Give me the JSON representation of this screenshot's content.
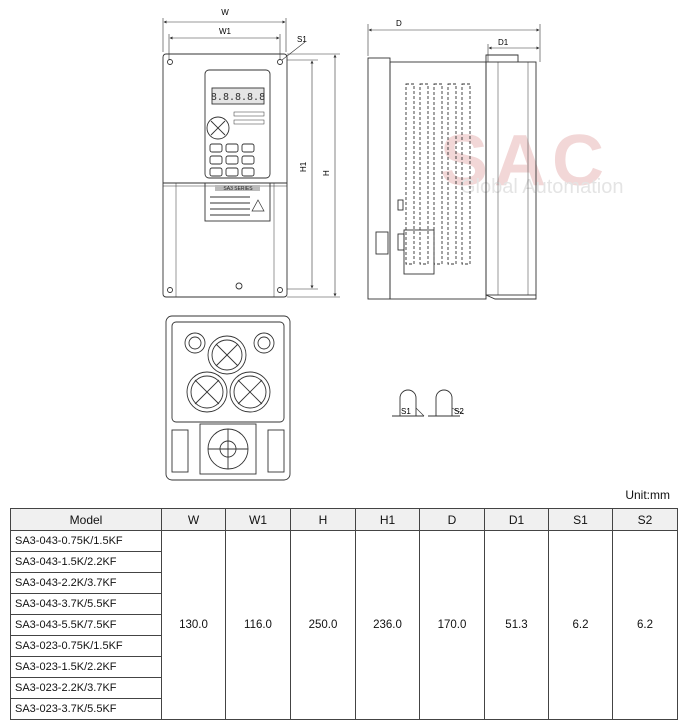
{
  "drawing": {
    "dim_labels": {
      "w": "W",
      "w1": "W1",
      "s1": "S1",
      "h": "H",
      "h1": "H1",
      "d": "D",
      "d1": "D1"
    },
    "series_plate": "SA3 SERIES",
    "detail_labels": {
      "s1": "S1",
      "s2": "S2"
    }
  },
  "watermark": {
    "logo": "SAC",
    "tagline": "Global Automation",
    "color": "#e8b8b8"
  },
  "unit_label": "Unit:mm",
  "table": {
    "headers": [
      "Model",
      "W",
      "W1",
      "H",
      "H1",
      "D",
      "D1",
      "S1",
      "S2"
    ],
    "models": [
      "SA3-043-0.75K/1.5KF",
      "SA3-043-1.5K/2.2KF",
      "SA3-043-2.2K/3.7KF",
      "SA3-043-3.7K/5.5KF",
      "SA3-043-5.5K/7.5KF",
      "SA3-023-0.75K/1.5KF",
      "SA3-023-1.5K/2.2KF",
      "SA3-023-2.2K/3.7KF",
      "SA3-023-3.7K/5.5KF"
    ],
    "values": [
      "130.0",
      "116.0",
      "250.0",
      "236.0",
      "170.0",
      "51.3",
      "6.2",
      "6.2"
    ]
  }
}
